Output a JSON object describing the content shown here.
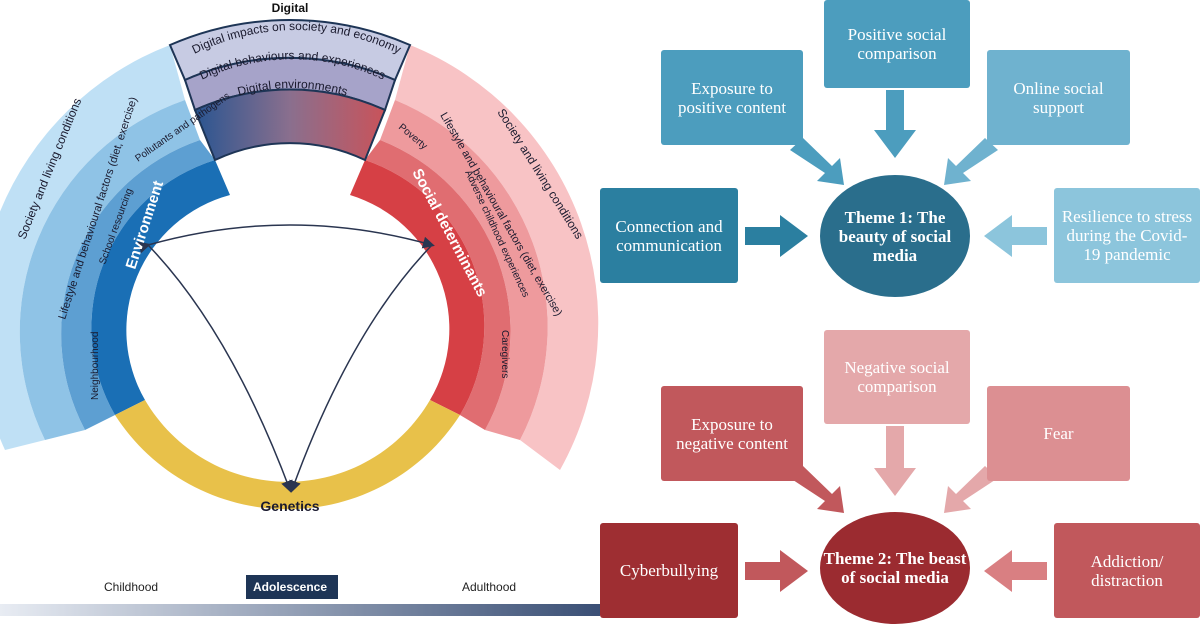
{
  "left_diagram": {
    "title": "Digital",
    "digital_bands": [
      "Digital impacts on society and economy",
      "Digital behaviours and experiences",
      "Digital environments"
    ],
    "environment": {
      "label": "Environment",
      "outer": "Society and living conditions",
      "middle": "Lifestyle and behavioural factors (diet, exercise)",
      "inner": [
        "Pollutants and pathogens",
        "School resourcing",
        "Neighbourhood"
      ]
    },
    "social": {
      "label": "Social determinants",
      "outer": "Society and living conditions",
      "middle": "Lifestyle and behavioural factors (diet, exercise)",
      "inner": [
        "Poverty",
        "Adverse childhood experiences",
        "Caregivers"
      ]
    },
    "genetics": "Genetics",
    "stages": [
      "Childhood",
      "Adolescence",
      "Adulthood"
    ],
    "colors": {
      "blue": "#1a6fb5",
      "red": "#d64045",
      "yellow": "#e8c14a",
      "navy": "#1e3556"
    }
  },
  "theme1": {
    "title": "Theme 1: The beauty of social media",
    "boxes": {
      "top": "Positive social comparison",
      "top_left": "Exposure to positive content",
      "top_right": "Online social support",
      "left": "Connection and communication",
      "right": "Resilience to stress during the Covid-19 pandemic"
    },
    "colors": {
      "dark": "#2b7fa0",
      "mid": "#4c9dbe",
      "light": "#8cc5dc",
      "theme": "#2a6e8c"
    }
  },
  "theme2": {
    "title": "Theme 2: The beast of social media",
    "boxes": {
      "top": "Negative social comparison",
      "top_left": "Exposure to negative content",
      "top_right": "Fear",
      "left": "Cyberbullying",
      "right": "Addiction/ distraction"
    },
    "colors": {
      "dark": "#9e2e32",
      "mid": "#c1585c",
      "light": "#e4a8aa",
      "theme": "#9b2b30"
    }
  }
}
